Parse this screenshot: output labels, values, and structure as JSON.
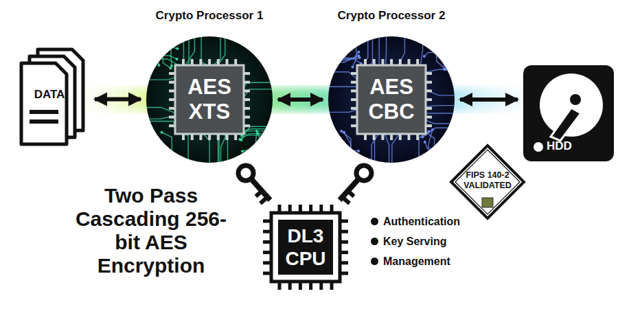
{
  "diagram": {
    "nodes": [
      {
        "text": [
          "DATA"
        ]
      },
      {
        "text": [
          "Crypto Processor 1"
        ]
      },
      {
        "text": [
          "AES XTS"
        ],
        "in": 1
      },
      {
        "text": [
          "Crypto Processor 2"
        ]
      },
      {
        "text": [
          "AES CBC"
        ],
        "in": 3
      },
      {
        "text": [
          "HDD"
        ]
      },
      {
        "text": [
          "FIPS 140-2 VALIDATED"
        ]
      },
      {
        "text": [
          "DL3 CPU"
        ]
      }
    ],
    "edges": [
      {
        "from": 0,
        "to": 1,
        "arrow": "both"
      },
      {
        "from": 1,
        "to": 3,
        "arrow": "both"
      },
      {
        "from": 3,
        "to": 5,
        "arrow": "both"
      }
    ],
    "labels": [
      "Two Pass Cascading 256-bit AES Encryption",
      "Authentication",
      "Key Serving",
      "Management"
    ]
  }
}
